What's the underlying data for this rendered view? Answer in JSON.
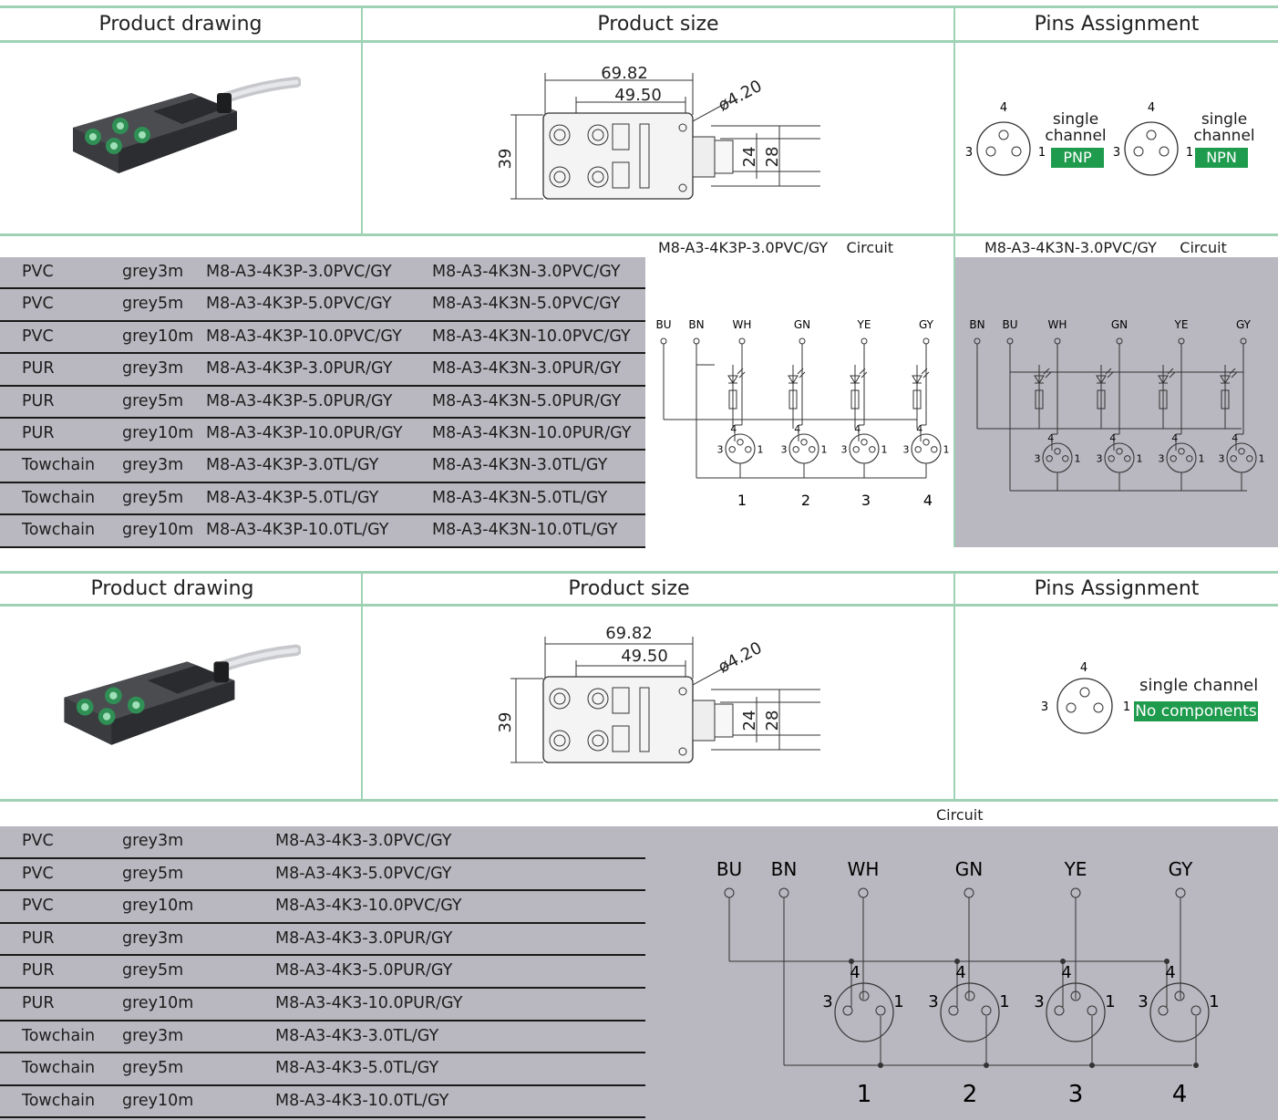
{
  "section1": {
    "headers": [
      "Product drawing",
      "Product size",
      "Pins Assignment"
    ],
    "dims": {
      "overall": "69.82",
      "hole_spacing": "49.50",
      "hole_dia": "ø4.20",
      "height": "39",
      "inner": "24",
      "outer": "28"
    },
    "pins": {
      "pin4": "4",
      "pin3": "3",
      "pin1": "1",
      "pnp_label": "single\nchannel",
      "pnp_badge": "PNP",
      "npn_label": "single\nchannel",
      "npn_badge": "NPN"
    },
    "circuit_titles": {
      "pnp": "M8-A3-4K3P-3.0PVC/GY    Circuit",
      "npn": "M8-A3-4K3N-3.0PVC/GY     Circuit"
    },
    "rows": [
      [
        "PVC",
        "grey3m",
        "M8-A3-4K3P-3.0PVC/GY",
        "M8-A3-4K3N-3.0PVC/GY"
      ],
      [
        "PVC",
        "grey5m",
        "M8-A3-4K3P-5.0PVC/GY",
        "M8-A3-4K3N-5.0PVC/GY"
      ],
      [
        "PVC",
        "grey10m",
        "M8-A3-4K3P-10.0PVC/GY",
        "M8-A3-4K3N-10.0PVC/GY"
      ],
      [
        "PUR",
        "grey3m",
        "M8-A3-4K3P-3.0PUR/GY",
        "M8-A3-4K3N-3.0PUR/GY"
      ],
      [
        "PUR",
        "grey5m",
        "M8-A3-4K3P-5.0PUR/GY",
        "M8-A3-4K3N-5.0PUR/GY"
      ],
      [
        "PUR",
        "grey10m",
        "M8-A3-4K3P-10.0PUR/GY",
        "M8-A3-4K3N-10.0PUR/GY"
      ],
      [
        "Towchain",
        "grey3m",
        "M8-A3-4K3P-3.0TL/GY",
        "M8-A3-4K3N-3.0TL/GY"
      ],
      [
        "Towchain",
        "grey5m",
        "M8-A3-4K3P-5.0TL/GY",
        "M8-A3-4K3N-5.0TL/GY"
      ],
      [
        "Towchain",
        "grey10m",
        "M8-A3-4K3P-10.0TL/GY",
        "M8-A3-4K3N-10.0TL/GY"
      ]
    ],
    "pnp_wires": [
      "BU",
      "BN",
      "WH",
      "GN",
      "YE",
      "GY"
    ],
    "npn_wires": [
      "BN",
      "BU",
      "WH",
      "GN",
      "YE",
      "GY"
    ],
    "ports": [
      "1",
      "2",
      "3",
      "4"
    ]
  },
  "section2": {
    "headers": [
      "Product drawing",
      "Product size",
      "Pins Assignment"
    ],
    "dims": {
      "overall": "69.82",
      "hole_spacing": "49.50",
      "hole_dia": "ø4.20",
      "height": "39",
      "inner": "24",
      "outer": "28"
    },
    "pins": {
      "pin4": "4",
      "pin3": "3",
      "pin1": "1",
      "label": "single channel",
      "badge": "No components"
    },
    "circuit_title": "Circuit",
    "rows": [
      [
        "PVC",
        "grey3m",
        "M8-A3-4K3-3.0PVC/GY"
      ],
      [
        "PVC",
        "grey5m",
        "M8-A3-4K3-5.0PVC/GY"
      ],
      [
        "PVC",
        "grey10m",
        "M8-A3-4K3-10.0PVC/GY"
      ],
      [
        "PUR",
        "grey3m",
        "M8-A3-4K3-3.0PUR/GY"
      ],
      [
        "PUR",
        "grey5m",
        "M8-A3-4K3-5.0PUR/GY"
      ],
      [
        "PUR",
        "grey10m",
        "M8-A3-4K3-10.0PUR/GY"
      ],
      [
        "Towchain",
        "grey3m",
        "M8-A3-4K3-3.0TL/GY"
      ],
      [
        "Towchain",
        "grey5m",
        "M8-A3-4K3-5.0TL/GY"
      ],
      [
        "Towchain",
        "grey10m",
        "M8-A3-4K3-10.0TL/GY"
      ]
    ],
    "wires": [
      "BU",
      "BN",
      "WH",
      "GN",
      "YE",
      "GY"
    ],
    "ports": [
      "1",
      "2",
      "3",
      "4"
    ]
  },
  "colors": {
    "accent_green": "#1f9b4e",
    "divider_green": "#9fd2b4",
    "panel_grey": "#b9b7bf"
  }
}
